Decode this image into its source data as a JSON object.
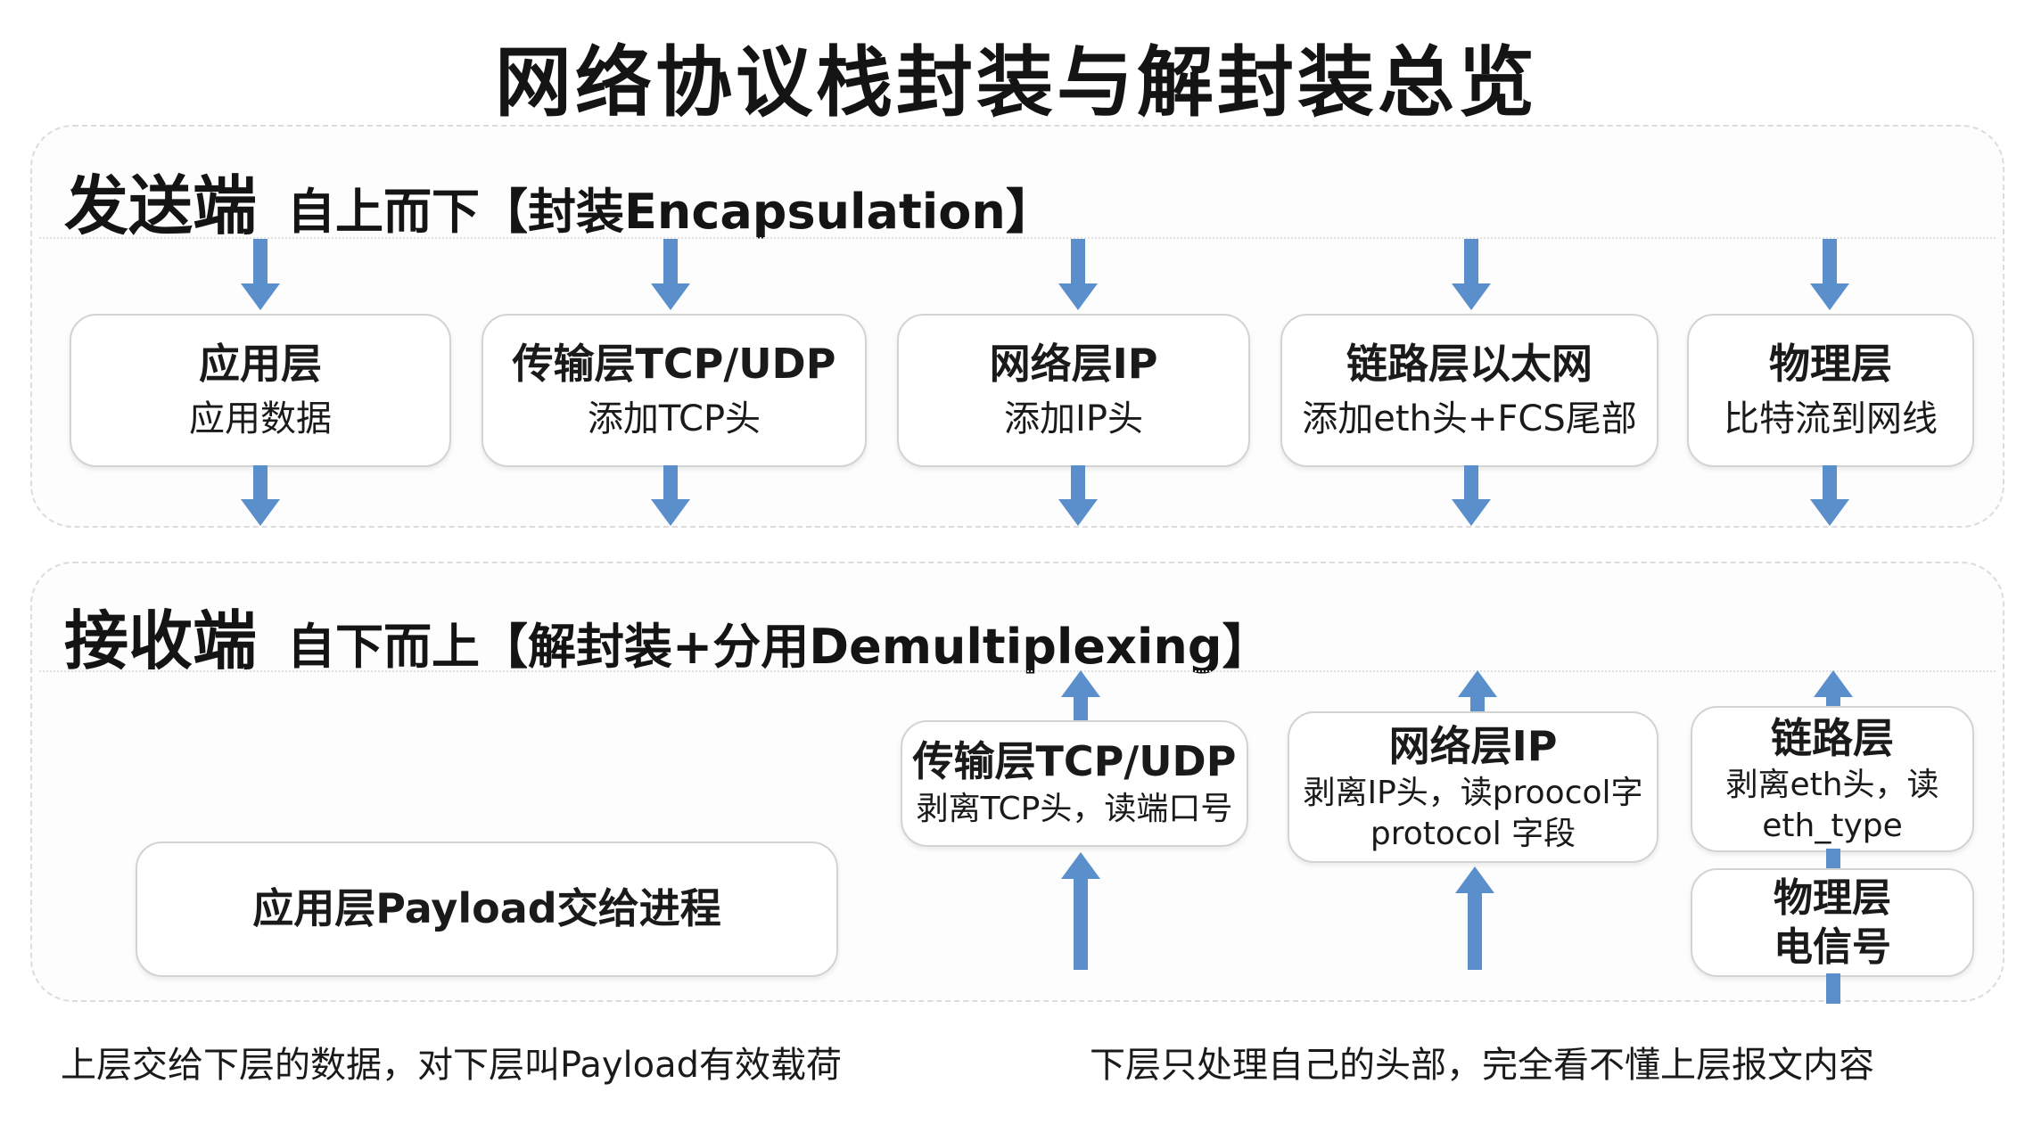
{
  "title": "网络协议栈封装与解封装总览",
  "sender": {
    "role": "发送端",
    "desc": "自上而下【封装Encapsulation】",
    "layers": [
      {
        "title": "应用层",
        "sub": "应用数据"
      },
      {
        "title": "传输层TCP/UDP",
        "sub": "添加TCP头"
      },
      {
        "title": "网络层IP",
        "sub": "添加IP头"
      },
      {
        "title": "链路层以太网",
        "sub": "添加eth头+FCS尾部"
      },
      {
        "title": "物理层",
        "sub": "比特流到网线"
      }
    ]
  },
  "receiver": {
    "role": "接收端",
    "desc": "自下而上【解封装+分用Demultiplexing】",
    "app": {
      "title": "应用层Payload交给进程"
    },
    "transport": {
      "title": "传输层TCP/UDP",
      "sub": "剥离TCP头，读端口号"
    },
    "network": {
      "title": "网络层IP",
      "sub": "剥离IP头，读proocol字",
      "sub2": "protocol 字段"
    },
    "link": {
      "title": "链路层",
      "sub": "剥离eth头，读",
      "sub2": "eth_type"
    },
    "physical": {
      "title": "物理层",
      "sub": "电信号"
    }
  },
  "footer": {
    "left": "上层交给下层的数据，对下层叫Payload有效载荷",
    "right": "下层只处理自己的头部，完全看不懂上层报文内容"
  },
  "colors": {
    "arrow": "#5a8fcb",
    "border": "#d3d3d3",
    "panel_border": "#dcdcdc"
  }
}
